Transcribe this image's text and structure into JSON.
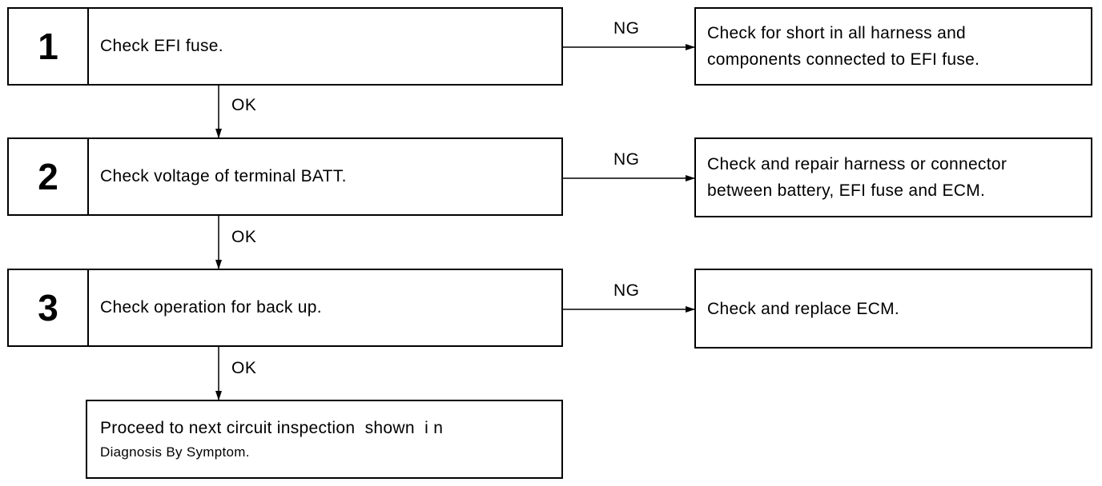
{
  "steps": [
    {
      "number": "1",
      "text": "Check EFI fuse.",
      "ok": "OK",
      "ng": "NG",
      "result": [
        "Check for short in all harness and",
        "components connected to EFI fuse."
      ]
    },
    {
      "number": "2",
      "text": "Check voltage of terminal BATT.",
      "ok": "OK",
      "ng": "NG",
      "result": [
        "Check and repair harness or connector",
        "between battery, EFI fuse and ECM."
      ]
    },
    {
      "number": "3",
      "text": "Check operation for back up.",
      "ok": "OK",
      "ng": "NG",
      "result": [
        "Check and replace ECM."
      ]
    }
  ],
  "final": {
    "line1": "Proceed to next circuit inspection  shown  i n",
    "line2": "Diagnosis By Symptom."
  }
}
